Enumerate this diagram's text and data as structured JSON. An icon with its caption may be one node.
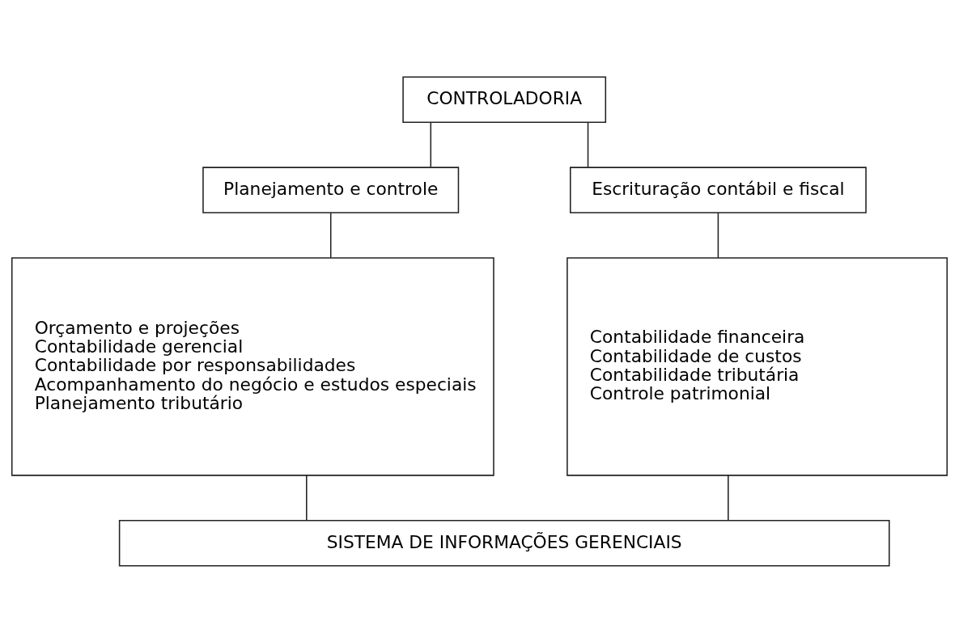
{
  "diagram": {
    "nodes": [
      {
        "text": [
          "CONTROLADORIA"
        ]
      },
      {
        "text": [
          "Planejamento e controle"
        ]
      },
      {
        "text": [
          "Escrituração contábil e fiscal"
        ]
      },
      {
        "text": [
          "Orçamento e projeções",
          "Contabilidade gerencial",
          "Contabilidade por responsabilidades",
          "Acompanhamento do negócio e estudos especiais",
          "Planejamento tributário"
        ]
      },
      {
        "text": [
          "Contabilidade financeira",
          "Contabilidade de custos",
          "Contabilidade tributária",
          "Controle patrimonial"
        ]
      },
      {
        "text": [
          "SISTEMA DE INFORMAÇÕES GERENCIAIS"
        ]
      }
    ],
    "edges": [
      {
        "from": 0,
        "to": 1,
        "arrow": "none"
      },
      {
        "from": 0,
        "to": 2,
        "arrow": "none"
      },
      {
        "from": 1,
        "to": 3,
        "arrow": "none"
      },
      {
        "from": 2,
        "to": 4,
        "arrow": "none"
      },
      {
        "from": 3,
        "to": 5,
        "arrow": "none"
      },
      {
        "from": 4,
        "to": 5,
        "arrow": "none"
      }
    ]
  }
}
